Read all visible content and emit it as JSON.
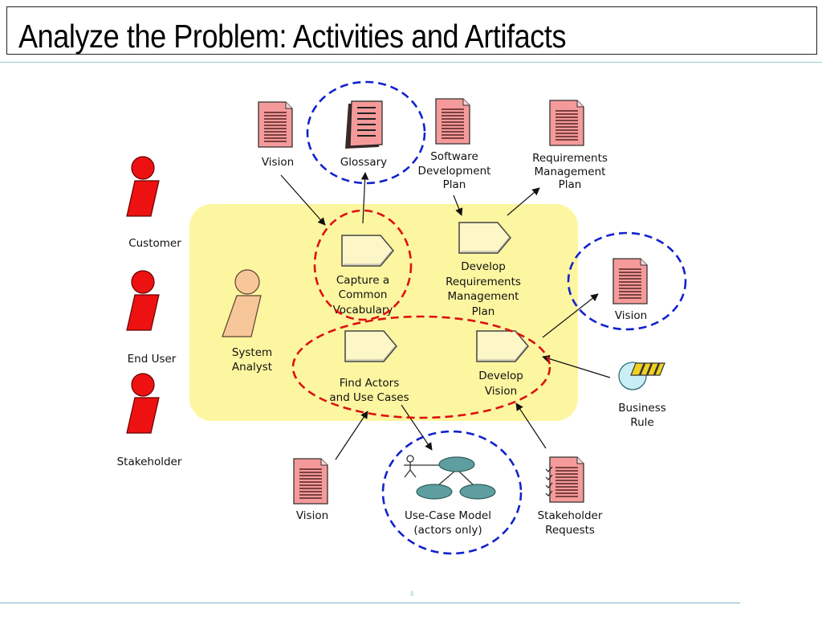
{
  "slide": {
    "title": "Analyze the Problem: Activities and Artifacts",
    "page_number": "4"
  },
  "actors": {
    "customer": "Customer",
    "end_user": "End User",
    "stakeholder": "Stakeholder",
    "system_analyst": [
      "System",
      "Analyst"
    ]
  },
  "activities": {
    "capture_vocabulary": [
      "Capture a",
      "Common",
      "Vocabulary"
    ],
    "develop_req_plan": [
      "Develop",
      "Requirements",
      "Management",
      "Plan"
    ],
    "find_actors": [
      "Find Actors",
      "and Use Cases"
    ],
    "develop_vision": [
      "Develop",
      "Vision"
    ]
  },
  "artifacts": {
    "vision_top": "Vision",
    "glossary": "Glossary",
    "sdp": [
      "Software",
      "Development",
      "Plan"
    ],
    "rmp": [
      "Requirements",
      "Management",
      "Plan"
    ],
    "vision_right": "Vision",
    "business_rule": [
      "Business",
      "Rule"
    ],
    "vision_bottom": "Vision",
    "use_case_model": [
      "Use-Case Model",
      "(actors only)"
    ],
    "stakeholder_requests": [
      "Stakeholder",
      "Requests"
    ]
  },
  "colors": {
    "actor_red": "#ee1111",
    "analyst_fill": "#f7c79a",
    "workflow_yellow": "#fdf6a0",
    "document_pink": "#f59a9a",
    "red_dash": "#dd1111",
    "blue_dash": "#1122cc"
  }
}
